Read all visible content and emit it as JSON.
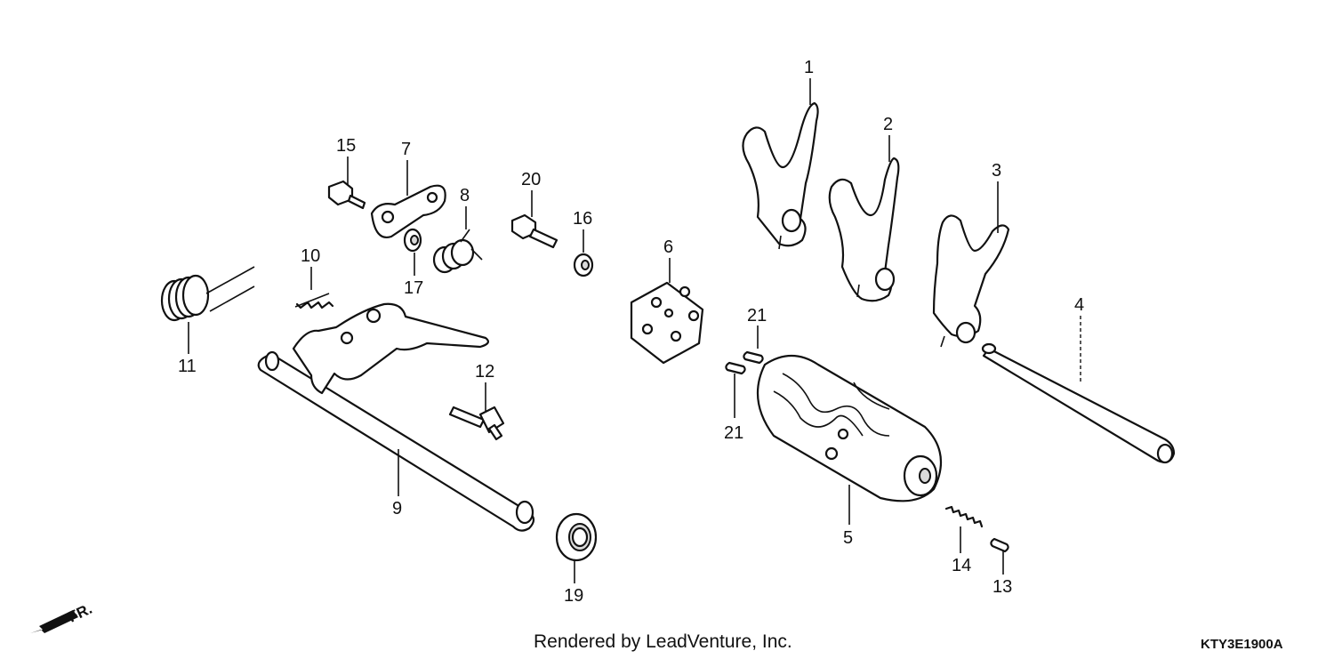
{
  "labels": {
    "p1": "1",
    "p2": "2",
    "p3": "3",
    "p4": "4",
    "p5": "5",
    "p6": "6",
    "p7": "7",
    "p8": "8",
    "p9": "9",
    "p10": "10",
    "p11": "11",
    "p12": "12",
    "p13": "13",
    "p14": "14",
    "p15": "15",
    "p16": "16",
    "p17": "17",
    "p19": "19",
    "p20": "20",
    "p21a": "21",
    "p21b": "21"
  },
  "front_marker": "FR.",
  "footer": {
    "rendered_by": "Rendered by LeadVenture, Inc.",
    "diagram_code": "KTY3E1900A"
  }
}
